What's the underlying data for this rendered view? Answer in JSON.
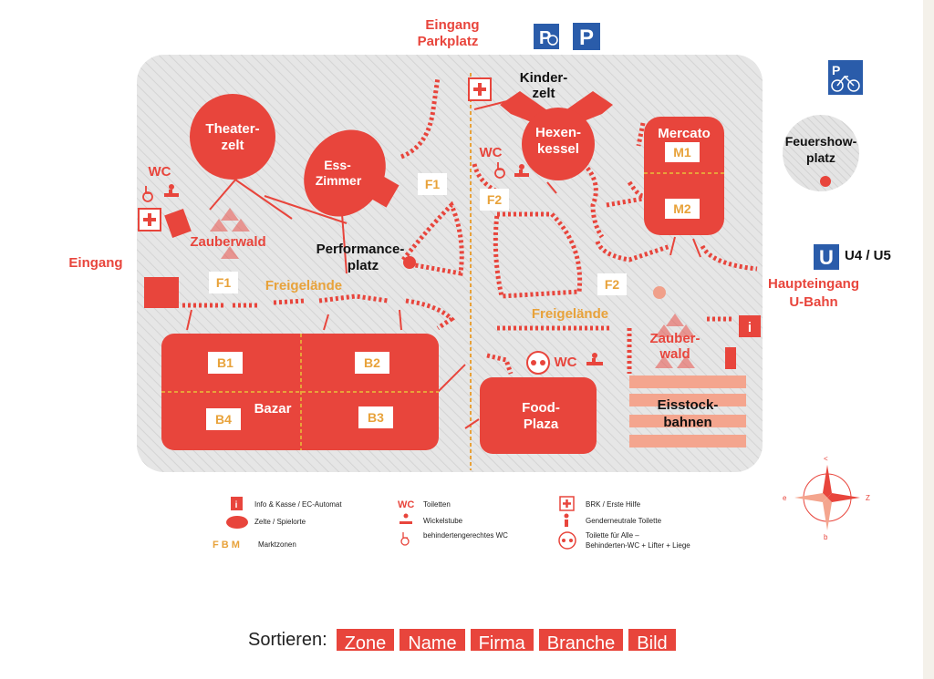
{
  "map": {
    "colors": {
      "red": "#e8453c",
      "orange": "#e8a23a",
      "grey": "#e3e3e3",
      "blue": "#2a5caa"
    },
    "labels": {
      "eingang_parkplatz_1": "Eingang",
      "eingang_parkplatz_2": "Parkplatz",
      "kinderzelt_1": "Kinder-",
      "kinderzelt_2": "zelt",
      "theater_1": "Theater-",
      "theater_2": "zelt",
      "ess_1": "Ess-",
      "ess_2": "Zimmer",
      "hexen_1": "Hexen-",
      "hexen_2": "kessel",
      "mercato": "Mercato",
      "m1": "M1",
      "m2": "M2",
      "feuershow_1": "Feuershow-",
      "feuershow_2": "platz",
      "wc_left": "WC",
      "wc_mid": "WC",
      "wc_low": "WC",
      "f1_top": "F1",
      "f1_left": "F1",
      "f2_left": "F2",
      "f2_right": "F2",
      "zauberwald_left": "Zauberwald",
      "zauberwald_right_1": "Zauber-",
      "zauberwald_right_2": "wald",
      "eingang": "Eingang",
      "performance_1": "Performance-",
      "performance_2": "platz",
      "u_badge": "U",
      "u_lines": "U4 / U5",
      "haupteingang_1": "Haupteingang",
      "haupteingang_2": "U-Bahn",
      "freigelaende_left": "Freigelände",
      "freigelaende_right": "Freigelände",
      "b1": "B1",
      "b2": "B2",
      "b3": "B3",
      "b4": "B4",
      "bazar": "Bazar",
      "food_1": "Food-",
      "food_2": "Plaza",
      "eisstock_1": "Eisstock-",
      "eisstock_2": "bahnen",
      "info_i": "i",
      "parking_p": "P",
      "compass_n": "<",
      "compass_s": "b",
      "compass_e": "Z",
      "compass_w": "e"
    }
  },
  "legend": {
    "info": "Info & Kasse / EC-Automat",
    "zelte": "Zelte / Spielorte",
    "marktzonen": "Marktzonen",
    "marktzonen_icon": "F B M",
    "wc_icon": "WC",
    "toiletten": "Toiletten",
    "wickelstube": "Wickelstube",
    "behinderten_wc": "behindertengerechtes WC",
    "brk": "BRK / Erste Hilfe",
    "genderneutral": "Genderneutrale Toilette",
    "toilette_alle_1": "Toilette für Alle –",
    "toilette_alle_2": "Behinderten-WC + Lifter + Liege",
    "info_icon": "i"
  },
  "sort": {
    "label": "Sortieren:",
    "buttons": [
      "Zone",
      "Name",
      "Firma",
      "Branche",
      "Bild"
    ]
  }
}
